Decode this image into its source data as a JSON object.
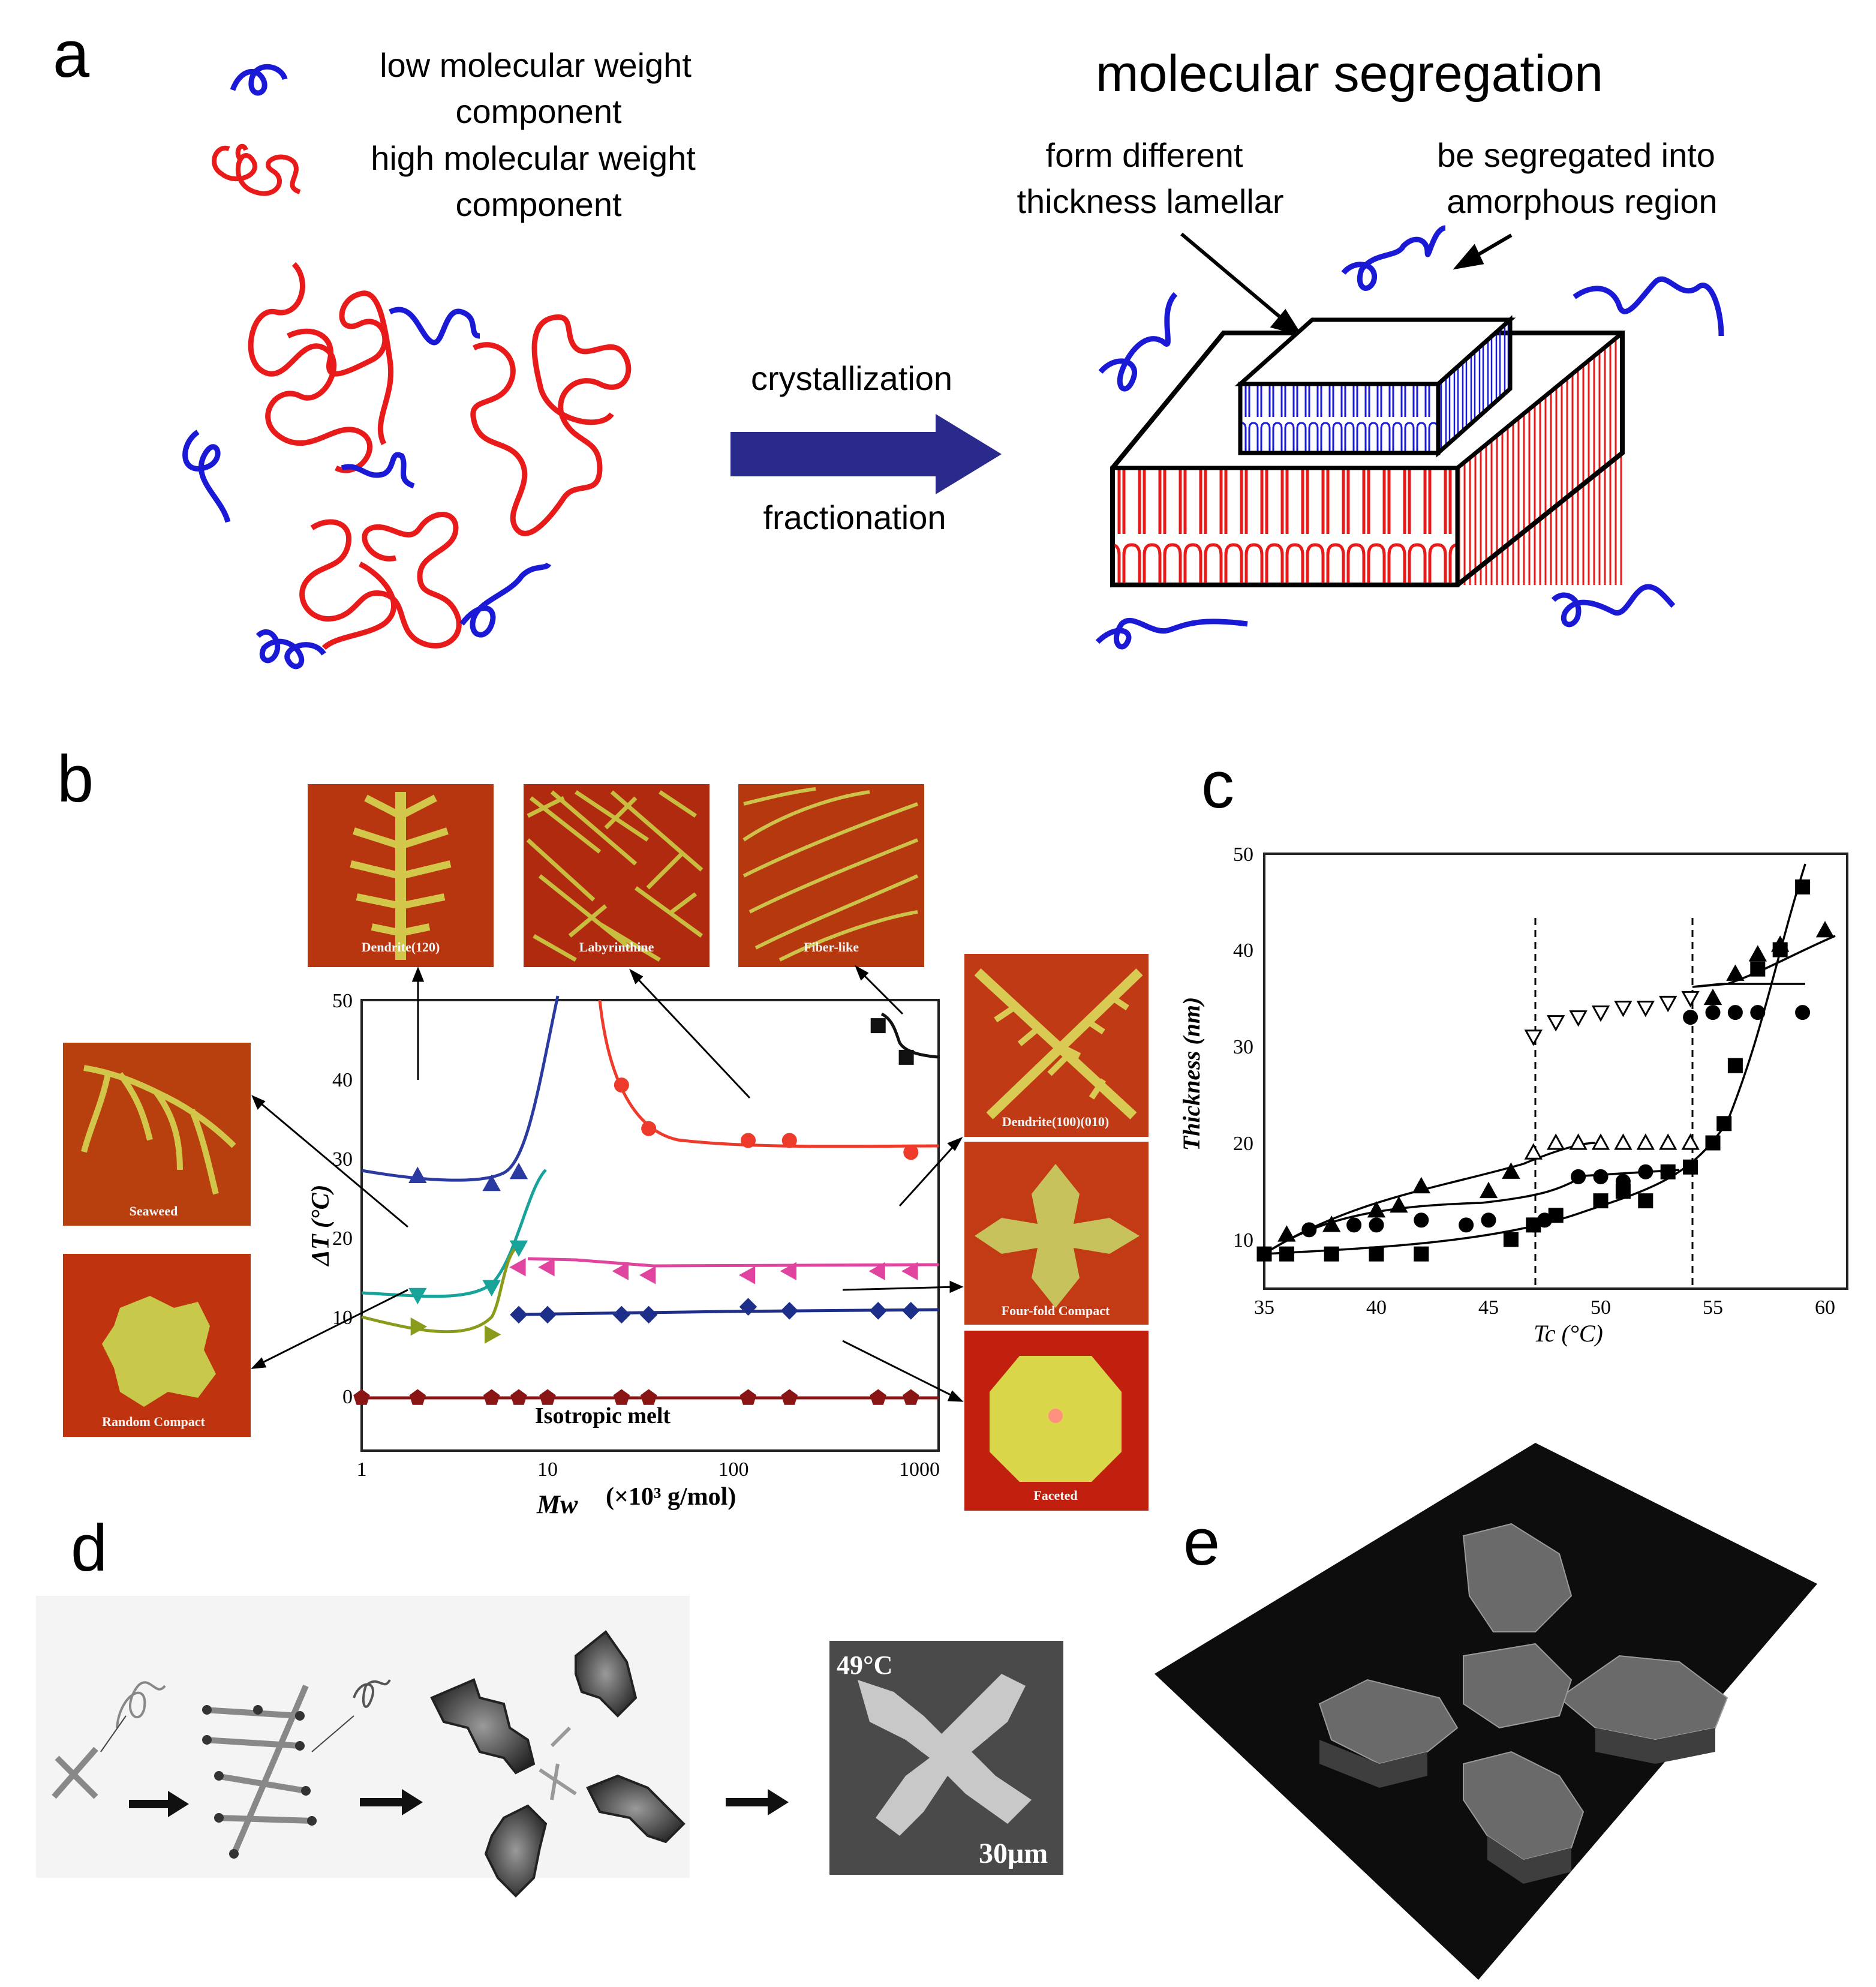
{
  "panel_labels": {
    "a": "a",
    "b": "b",
    "c": "c",
    "d": "d",
    "e": "e"
  },
  "panel_a": {
    "legend_low_line1": "low molecular weight",
    "legend_low_line2": "component",
    "legend_high_line1": "high molecular weight",
    "legend_high_line2": "component",
    "arrow_top": "crystallization",
    "arrow_bottom": "fractionation",
    "title": "molecular segregation",
    "annot1_line1": "form different",
    "annot1_line2": "thickness lamellar",
    "annot2_line1": "be segregated into",
    "annot2_line2": "amorphous region",
    "colors": {
      "low": "#1a1ad6",
      "high": "#e81a1a",
      "arrow": "#2a2a8c"
    }
  },
  "panel_b": {
    "image_labels": {
      "dendrite120": "Dendrite(120)",
      "labyrinthine": "Labyrinthine",
      "fiber": "Fiber-like",
      "dendrite_right": "Dendrite(100)(010)",
      "seaweed": "Seaweed",
      "random": "Random Compact",
      "fourfold": "Four-fold Compact",
      "faceted": "Faceted"
    },
    "isotropic": "Isotropic melt",
    "ylabel": "ΔT (°C)",
    "xlabel_sym": "Mw",
    "xlabel_unit": "(×10³ g/mol)",
    "y_ticks": [
      "0",
      "10",
      "20",
      "30",
      "40",
      "50"
    ],
    "x_ticks": [
      "1",
      "10",
      "100",
      "1000"
    ]
  },
  "panel_c": {
    "ylabel": "Thickness (nm)",
    "xlabel": "Tc (°C)",
    "y_ticks": [
      "10",
      "20",
      "30",
      "40",
      "50"
    ],
    "x_ticks": [
      "35",
      "40",
      "45",
      "50",
      "55",
      "60"
    ]
  },
  "panel_d": {
    "temp": "49°C",
    "scale": "30μm"
  },
  "chart_data": [
    {
      "type": "scatter",
      "xscale": "log",
      "xlim": [
        1,
        1200
      ],
      "ylim": [
        -5,
        50
      ],
      "xlabel": "Mw (×10³ g/mol)",
      "ylabel": "ΔT (°C)",
      "series": [
        {
          "marker": "triangle-up",
          "color": "#2a3aa0",
          "x": [
            2,
            5,
            7
          ],
          "y": [
            28,
            27,
            28.5
          ]
        },
        {
          "marker": "circle",
          "color": "#ee3a2a",
          "x": [
            25,
            35,
            120,
            200,
            900
          ],
          "y": [
            39.5,
            34,
            32.5,
            32.5,
            31
          ]
        },
        {
          "marker": "square",
          "color": "#111111",
          "x": [
            600,
            850
          ],
          "y": [
            47,
            43
          ]
        },
        {
          "marker": "triangle-down",
          "color": "#17a39a",
          "x": [
            2,
            5,
            7
          ],
          "y": [
            13,
            14,
            19
          ]
        },
        {
          "marker": "triangle-right",
          "color": "#8a9a1a",
          "x": [
            2,
            5
          ],
          "y": [
            9,
            8
          ]
        },
        {
          "marker": "triangle-left",
          "color": "#e0449e",
          "x": [
            7,
            10,
            25,
            35,
            120,
            200,
            600,
            900
          ],
          "y": [
            16.5,
            16.5,
            16,
            15.5,
            15.5,
            16,
            16,
            16
          ]
        },
        {
          "marker": "diamond",
          "color": "#1e2f8a",
          "x": [
            7,
            10,
            25,
            35,
            120,
            200,
            600,
            900
          ],
          "y": [
            10.5,
            10.5,
            10.5,
            10.5,
            11.5,
            11,
            11,
            11
          ]
        },
        {
          "marker": "pentagon",
          "color": "#8a1515",
          "x": [
            1,
            2,
            5,
            7,
            10,
            25,
            35,
            120,
            200,
            600,
            900
          ],
          "y": [
            0,
            0,
            0,
            0,
            0,
            0,
            0,
            0,
            0,
            0,
            0
          ]
        }
      ]
    },
    {
      "type": "scatter",
      "xlim": [
        35,
        61
      ],
      "ylim": [
        5,
        50
      ],
      "xlabel": "Tc (°C)",
      "ylabel": "Thickness (nm)",
      "series": [
        {
          "marker": "square",
          "fill": "black",
          "x": [
            35,
            36,
            38,
            40,
            42,
            46,
            47,
            48,
            50,
            51,
            52,
            53,
            54,
            55,
            55.5,
            56,
            57,
            58,
            59
          ],
          "y": [
            8.5,
            8.5,
            8.5,
            8.5,
            8.5,
            10,
            11.5,
            12.5,
            14,
            15,
            14,
            17,
            17.5,
            20,
            22,
            28,
            38,
            40,
            46.5
          ]
        },
        {
          "marker": "circle",
          "fill": "black",
          "x": [
            35,
            37,
            39,
            40,
            42,
            44,
            45,
            47,
            47.5,
            49,
            50,
            51,
            52,
            53,
            54,
            55,
            56,
            57,
            59
          ],
          "y": [
            8.5,
            11,
            11.5,
            11.5,
            12,
            11.5,
            12,
            11.5,
            12,
            16.5,
            16.5,
            16,
            17,
            17,
            33,
            33.5,
            33.5,
            33.5,
            33.5
          ]
        },
        {
          "marker": "triangle-up",
          "fill": "black",
          "x": [
            36,
            38,
            40,
            41,
            42,
            45,
            46,
            55,
            56,
            57,
            58,
            60
          ],
          "y": [
            10.5,
            11.5,
            13,
            13.5,
            15.5,
            15,
            17,
            35,
            37.5,
            39.5,
            40.5,
            42
          ]
        },
        {
          "marker": "triangle-up",
          "fill": "white",
          "x": [
            47,
            48,
            49,
            50,
            51,
            52,
            53,
            54
          ],
          "y": [
            19,
            20,
            20,
            20,
            20,
            20,
            20,
            20
          ]
        },
        {
          "marker": "triangle-down",
          "fill": "white",
          "x": [
            47,
            48,
            49,
            50,
            51,
            52,
            53,
            54
          ],
          "y": [
            31,
            32.5,
            33,
            33.5,
            34,
            34,
            34.5,
            35
          ]
        }
      ],
      "dashed_lines_x": [
        47,
        54
      ]
    }
  ]
}
